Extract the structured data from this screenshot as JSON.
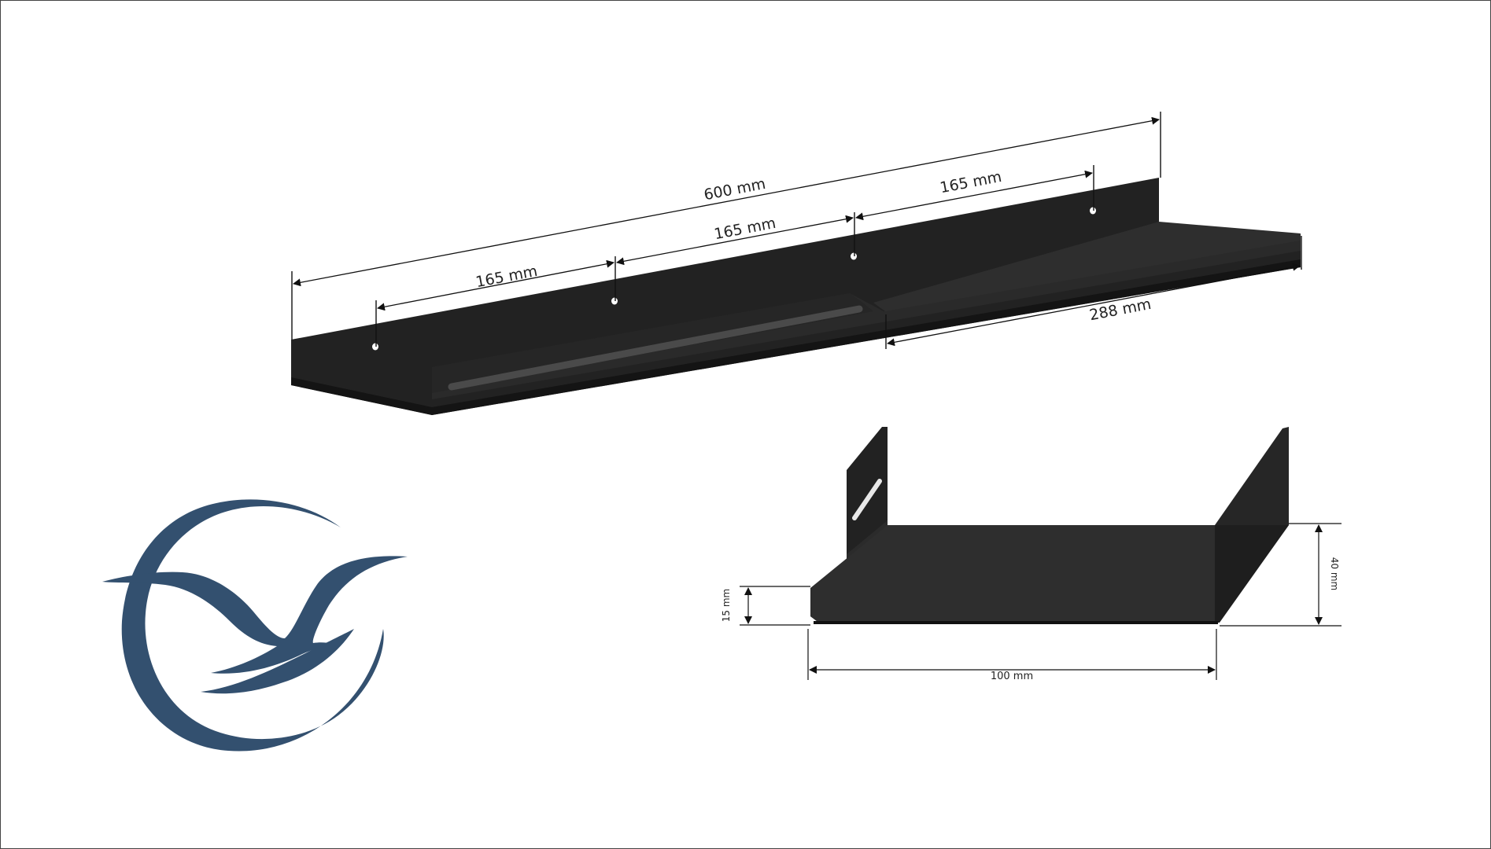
{
  "colors": {
    "shelf": "#1f1f1f",
    "shelf_face": "#2b2b2b",
    "shelf_light": "#3a3a3a",
    "logo": "#33506f",
    "dimension_line": "#111111"
  },
  "top_view": {
    "total_length": "600 mm",
    "spacing_1": "165 mm",
    "spacing_2": "165 mm",
    "spacing_3": "165 mm",
    "shelf_segment": "288 mm"
  },
  "side_view": {
    "lip_height": "15 mm",
    "back_height": "40 mm",
    "depth": "100 mm"
  },
  "logo": {
    "icon": "bird-moon-logo-icon"
  }
}
